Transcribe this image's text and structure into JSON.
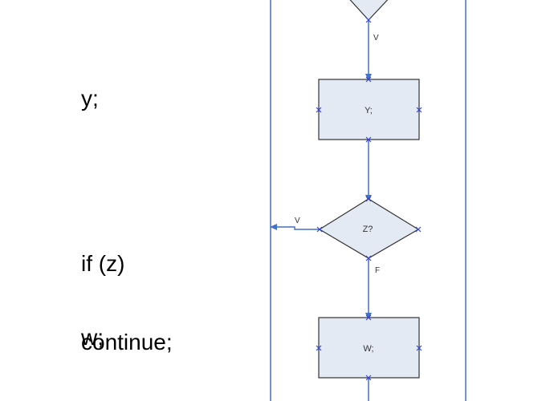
{
  "code": {
    "y": "y;",
    "z_line1": "if (z)",
    "z_line2": "continue;",
    "w": "w;"
  },
  "flowchart": {
    "top_edge_label": "V",
    "box_y_label": "Y;",
    "diamond_z_label": "Z?",
    "left_edge_label": "V",
    "bottom_edge_label": "F",
    "box_w_label": "W;"
  },
  "colors": {
    "stroke": "#4472C4",
    "fill": "#E4EAF3",
    "shape_border": "#333333",
    "marker": "#3344DD"
  }
}
